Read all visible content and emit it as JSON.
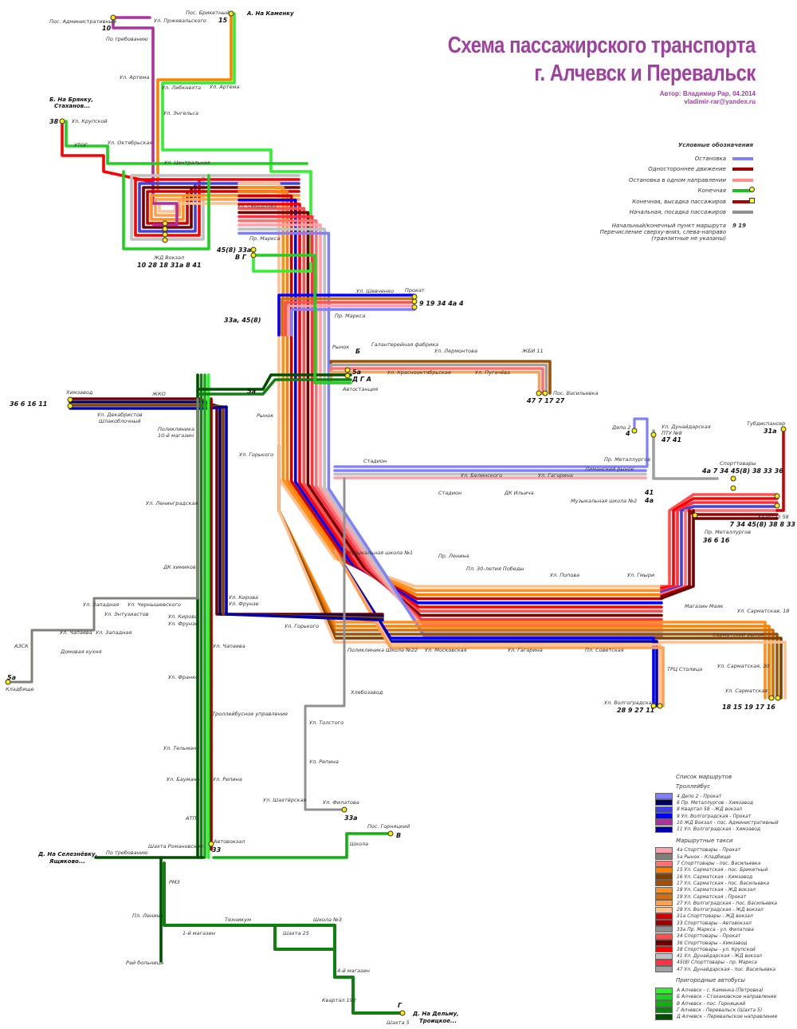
{
  "title": {
    "line1": "Схема пассажирского транспорта",
    "line2": "г. Алчевск и Перевальск"
  },
  "author": "Автор: Владимир Рар, 04.2014",
  "email": "vladimir-rar@yandex.ru",
  "legend": {
    "heading": "Условные обозначения",
    "items": [
      {
        "label": "Остановка",
        "color": "#8080ff",
        "mark": "stop"
      },
      {
        "label": "Одностороннее движение",
        "color": "#a00000",
        "mark": "oneway"
      },
      {
        "label": "Остановка в одном направлении",
        "color": "#ff9090",
        "mark": "stop-one"
      },
      {
        "label": "Конечная",
        "color": "#20c020",
        "mark": "terminal"
      },
      {
        "label": "Конечная, высадка пассажиров",
        "color": "#b00000",
        "mark": "drop-off"
      },
      {
        "label": "Начальная, посадка пассажиров",
        "color": "#909090",
        "mark": "pick-up"
      }
    ],
    "note1": "Начальный/конечный пункт маршрута",
    "note2": "Перечисление сверху-вниз, слева-направо",
    "note3": "(транзитные не указаны)",
    "note_numbers": "9  19"
  },
  "route_list": {
    "heading": "Список маршрутов",
    "groups": [
      {
        "name": "Троллейбус",
        "routes": [
          {
            "label": "4 Депо 2 - Прокат",
            "color": "#8080ff"
          },
          {
            "label": "6 Пр. Металлургов - Химзавод",
            "color": "#000060"
          },
          {
            "label": "8 Квартал 58 - ЖД вокзал",
            "color": "#4040e0"
          },
          {
            "label": "9 Ул. Волгоградская - Прокат",
            "color": "#0000ff"
          },
          {
            "label": "10 ЖД Вокзал - пос. Административный",
            "color": "#b030a0"
          },
          {
            "label": "11 Ул. Волгоградская - Химзавод",
            "color": "#0000b0"
          }
        ]
      },
      {
        "name": "Маршрутные такси",
        "routes": [
          {
            "label": "4а Спорттовары - Прокат",
            "color": "#ffa0a8"
          },
          {
            "label": "5а Рынок - Кладбище",
            "color": "#808078"
          },
          {
            "label": "7 Спорттовары - пос. Васильевка",
            "color": "#ff7070"
          },
          {
            "label": "15 Ул. Сарматская - пос. Брикетный",
            "color": "#ff8000"
          },
          {
            "label": "16 Ул. Сарматская - Химзавод",
            "color": "#804000"
          },
          {
            "label": "17 Ул. Сарматская - пос. Васильевка",
            "color": "#a05000"
          },
          {
            "label": "18 Ул. Сарматская - ЖД вокзал",
            "color": "#ff9020"
          },
          {
            "label": "19 Ул. Сарматская - Прокат",
            "color": "#d07010"
          },
          {
            "label": "27 Ул. Волгоградская - пос. Васильевка",
            "color": "#ffa050"
          },
          {
            "label": "28 Ул. Волгоградская - ЖД вокзал",
            "color": "#ffc090"
          },
          {
            "label": "31а Спорттовары - ЖД вокзал",
            "color": "#d00000"
          },
          {
            "label": "33 Спорттовары - Автовокзал",
            "color": "#a00000"
          },
          {
            "label": "33а Пр. Маркса - ул. Филатова",
            "color": "#909090"
          },
          {
            "label": "34 Спорттовары - Прокат",
            "color": "#ff5050"
          },
          {
            "label": "36 Спорттовары - Химзавод",
            "color": "#700000"
          },
          {
            "label": "38 Спорттовары - ул. Крупской",
            "color": "#ff0000"
          },
          {
            "label": "41 Ул. Дунайдарская - ЖД вокзал",
            "color": "#c0c0c0"
          },
          {
            "label": "45(8) Спорттовары - пр. Маркса",
            "color": "#ff3040"
          },
          {
            "label": "47 Ул. Дунайдарская - пос. Васильевка",
            "color": "#a0a0a0"
          }
        ]
      },
      {
        "name": "Пригородные автобусы",
        "routes": [
          {
            "label": "А Алчевск - с. Каменка (Петровка)",
            "color": "#30f030"
          },
          {
            "label": "Б Алчевск - Стахановское направление",
            "color": "#20d020"
          },
          {
            "label": "В Алчевск - пос. Горняцкий",
            "color": "#10b010"
          },
          {
            "label": "Г Алчевск - Перевальск (Шахта 5)",
            "color": "#108010"
          },
          {
            "label": "Д Алчевск - Перевальское направление",
            "color": "#005000"
          }
        ]
      }
    ]
  },
  "stops": [
    "Пос. Административный",
    "По требованию",
    "Ул. Пржевальского",
    "Пос. Брикетный",
    "Ул. Артема",
    "Ул. Либкнехта",
    "Ул. Артема",
    "Ул. Энгельса",
    "Ул. Крупской",
    "УТОГ",
    "Ул. Октябрьская",
    "Ул. Центральная",
    "Ул. Свердлова",
    "ЖД Вокзал",
    "Пр. Маркса",
    "Ул. Шевченко",
    "Прокат",
    "Пр. Маркса",
    "Рынок",
    "Галантерейная фабрика",
    "Ул. Лермонтова",
    "ЖБИ 11",
    "Ул. Красноок­тябрьская",
    "Ул. Пугачёва",
    "Автостанция",
    "Пос. Васильевка",
    "Химзавод",
    "ЖКО",
    "Ул. Декабристов",
    "Шлакоблочный",
    "Рынок",
    "Поликлиника",
    "10-й магазин",
    "Ул. Горького",
    "Ул. Ленинградская",
    "ДК химиков",
    "Стадион",
    "Стадион",
    "Ул. Белинского",
    "ДК Ильича",
    "Ул. Гагарина",
    "Лиманский рынок",
    "Пр. Металлургов",
    "Музыкальная школа №2",
    "Депо 2",
    "Ул. Дунайдарская",
    "ПТУ №8",
    "Тубдиспансер",
    "Спорттовары",
    "Квартал 58",
    "Пр. Металлургов",
    "Пр. Ленина",
    "Музыкальная школа №1",
    "Пл. 30-летия Победы",
    "Ул. Попова",
    "Ул. Гмыри",
    "Магазин Маяк",
    "Ул. Сарматская, 18",
    "Сарматский рынок",
    "Ул. Московская",
    "Ул. Гагарина",
    "Пл. Советская",
    "ТРЦ Столица",
    "Ул. Сарматская, 30",
    "Ул. Сарматская",
    "Ул. Волгоградская",
    "Ул. Кирова",
    "Ул. Фрунзе",
    "Ул. Горького",
    "Поликлиника Школа №22",
    "Хлебозавод",
    "Ул. Западная",
    "Ул. Чернышевского",
    "Ул. Энтузиастов",
    "Ул. Кирова",
    "Ул. Фрунзе",
    "Ул. Чапаева",
    "Ул. Западная",
    "АЗСК",
    "Домовая кухня",
    "Кладбище",
    "Ул. Чапаева",
    "Ул. Франко",
    "Троллейбусное управление",
    "Ул. Толстого",
    "Ул. Тельмана",
    "Ул. Репина",
    "Ул. Баумана",
    "Ул. Репина",
    "Ул. Шахтёрская",
    "Ул. Филатова",
    "АТП",
    "Пос. Горняцкий",
    "Школа",
    "Автовокзал",
    "Шахта Романовская",
    "По требованию",
    "РМЗ",
    "Пл. Ленина",
    "Техникум",
    "Школа №3",
    "1-й магазин",
    "Шахта 25",
    "Рай больница",
    "4-й магазин",
    "Квартал 192",
    "Шахта 5"
  ],
  "terminal_routes": {
    "adm": "10",
    "brik": "15",
    "krup": "38",
    "vokzal": "10  28  18  31а  8  41",
    "marksa": "45(8) 33а",
    "marksa2": "В  Г",
    "marksa3": "33а, 45(8)",
    "prokat": "9  19  34  4а  4",
    "rynok_b": "Б",
    "avtost": "5а",
    "avtost2": "Д  Г  А",
    "vasil": "47  7  17  27",
    "rynok5a": "5а",
    "khim": "36  6  16  11",
    "depo": "4",
    "dun": "47  41",
    "tub": "31а",
    "sport": "4а 7 34 45(8) 38 33 36",
    "kv58": "7  34  45(8)  38  8  33",
    "metal": "36  6  16",
    "muz": "41",
    "muz2": "4а",
    "sarm": "18  15  19  17  16",
    "volg": "28  9  27  11",
    "klad": "5а",
    "fil": "33а",
    "gorn": "В",
    "avtovokz": "33",
    "shakhta5": "Г"
  },
  "directions": {
    "a": "А. На Каменку",
    "b1": "Б. На Брянку,",
    "b2": "Стаханов...",
    "d1": "Д. На Селезнёвку,",
    "d2": "Ящиково...",
    "g1": "Д. На Дельму,",
    "g2": "Троицкое..."
  }
}
